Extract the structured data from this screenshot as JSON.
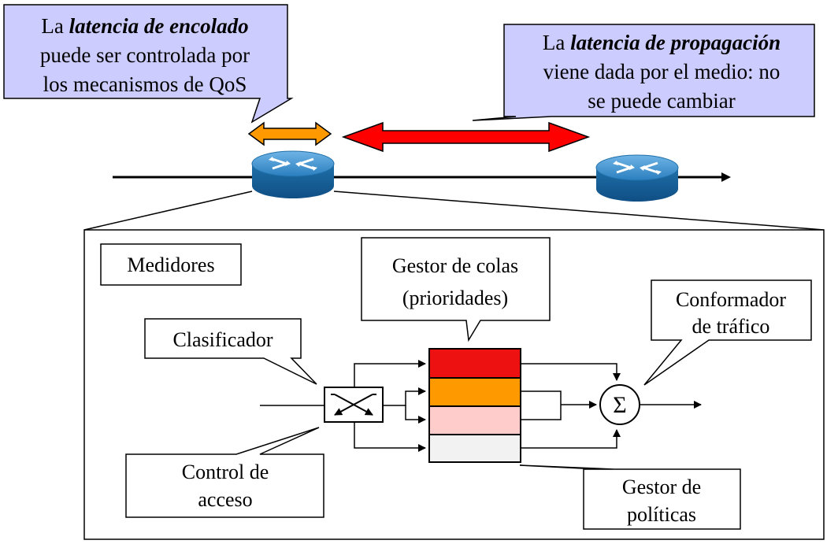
{
  "top_callouts": {
    "queuing": {
      "prefix": "La ",
      "emphasis": "latencia de encolado",
      "line2": "puede ser controlada por",
      "line3": "los mecanismos de QoS"
    },
    "propagation": {
      "prefix": "La ",
      "emphasis": "latencia de propagación",
      "line2": "viene dada por el medio: no",
      "line3": "se puede cambiar"
    }
  },
  "router_detail": {
    "meters_label": "Medidores",
    "queue_manager": {
      "line1": "Gestor de colas",
      "line2": "(prioridades)"
    },
    "shaper": {
      "line1": "Conformador",
      "line2": "de tráfico"
    },
    "classifier": "Clasificador",
    "access_control": {
      "line1": "Control de",
      "line2": "acceso"
    },
    "policy_manager": {
      "line1": "Gestor de",
      "line2": "políticas"
    },
    "sum_symbol": "Σ"
  },
  "colors": {
    "callout_fill": "#ccccff",
    "queuing_arrow": "#ff9900",
    "propagation_arrow": "#ff0000",
    "router_blue": "#1f6fa8",
    "queue_1": "#ee1111",
    "queue_2": "#ff9900",
    "queue_3": "#ffcccc",
    "queue_4": "#f2f2f2"
  }
}
